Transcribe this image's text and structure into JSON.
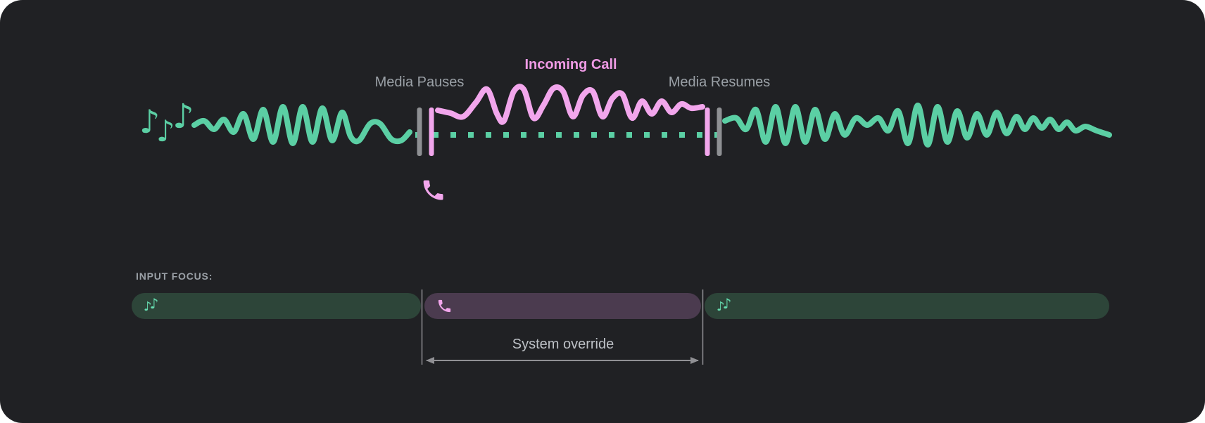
{
  "colors": {
    "page_bg": "#ffffff",
    "card_bg": "#202124",
    "media_green": "#5bcfa4",
    "icon_green": "#66dcb0",
    "call_pink": "#f2a6ec",
    "call_pink_text": "#f09be6",
    "label_gray": "#9aa0a6",
    "override_text_gray": "#bdc1c6",
    "marker_gray": "#8e9093",
    "guide_gray": "#909094",
    "segment_media_bg": "#2d4539",
    "segment_call_bg": "#4b3b4f"
  },
  "timeline": {
    "media_pauses_label": "Media Pauses",
    "incoming_call_label": "Incoming Call",
    "media_resumes_label": "Media Resumes"
  },
  "input_focus": {
    "heading": "INPUT FOCUS:",
    "system_override_label": "System override"
  },
  "glyphs": {
    "music_note": "♪"
  },
  "icons": {
    "media_segment": "music-notes-icon",
    "call_segment": "phone-icon"
  }
}
